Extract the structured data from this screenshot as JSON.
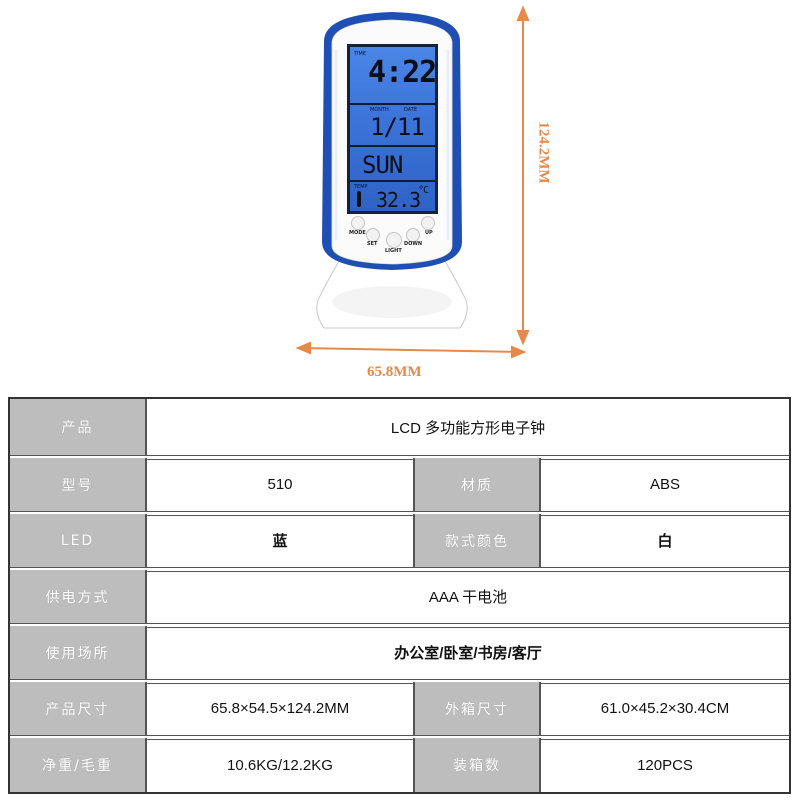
{
  "product_image": {
    "lcd": {
      "top_left_label": "TIME",
      "time": "4:22",
      "month_label": "MONTH",
      "date_label": "DATE",
      "date": "1/11",
      "day": "SUN",
      "temp_label": "TEMP",
      "temperature": "32.3",
      "temp_unit": "°C"
    },
    "buttons": [
      "MODE",
      "SET",
      "LIGHT",
      "DOWN",
      "UP"
    ],
    "colors": {
      "body": "#ffffff",
      "trim": "#1f4fb3",
      "screen": "#3f78dd",
      "dimension_arrow": "#e58a4a"
    }
  },
  "dimensions": {
    "width": "65.8MM",
    "height": "124.2MM"
  },
  "spec_table": {
    "rows": [
      {
        "label": "产品",
        "value": "LCD 多功能方形电子钟"
      },
      {
        "label": "型号",
        "value": "510",
        "label2": "材质",
        "value2": "ABS"
      },
      {
        "label": "LED",
        "value": "蓝",
        "label2": "款式颜色",
        "value2": "白"
      },
      {
        "label": "供电方式",
        "value": "AAA 干电池"
      },
      {
        "label": "使用场所",
        "value": "办公室/卧室/书房/客厅"
      },
      {
        "label": "产品尺寸",
        "value": "65.8×54.5×124.2MM",
        "label2": "外箱尺寸",
        "value2": "61.0×45.2×30.4CM"
      },
      {
        "label": "净重/毛重",
        "value": "10.6KG/12.2KG",
        "label2": "装箱数",
        "value2": "120PCS"
      }
    ]
  }
}
